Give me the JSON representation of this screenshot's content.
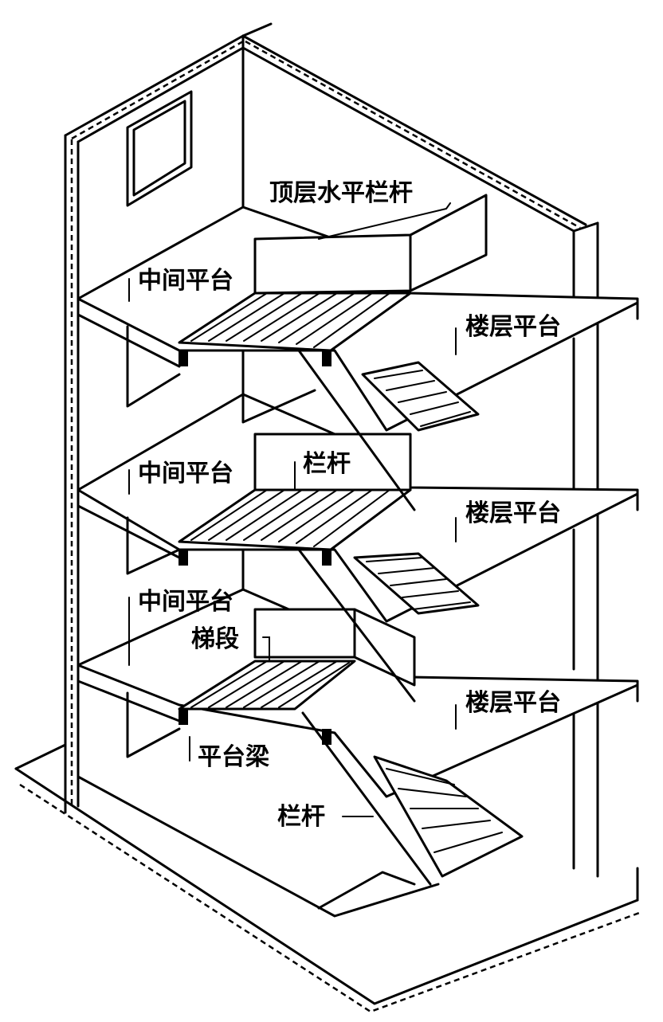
{
  "labels": {
    "top_railing": "顶层水平栏杆",
    "mid_landing_1": "中间平台",
    "floor_landing_1": "楼层平台",
    "mid_landing_2": "中间平台",
    "railing_1": "栏杆",
    "floor_landing_2": "楼层平台",
    "mid_landing_3": "中间平台",
    "flight": "梯段",
    "floor_landing_3": "楼层平台",
    "landing_beam": "平台梁",
    "railing_2": "栏杆"
  }
}
